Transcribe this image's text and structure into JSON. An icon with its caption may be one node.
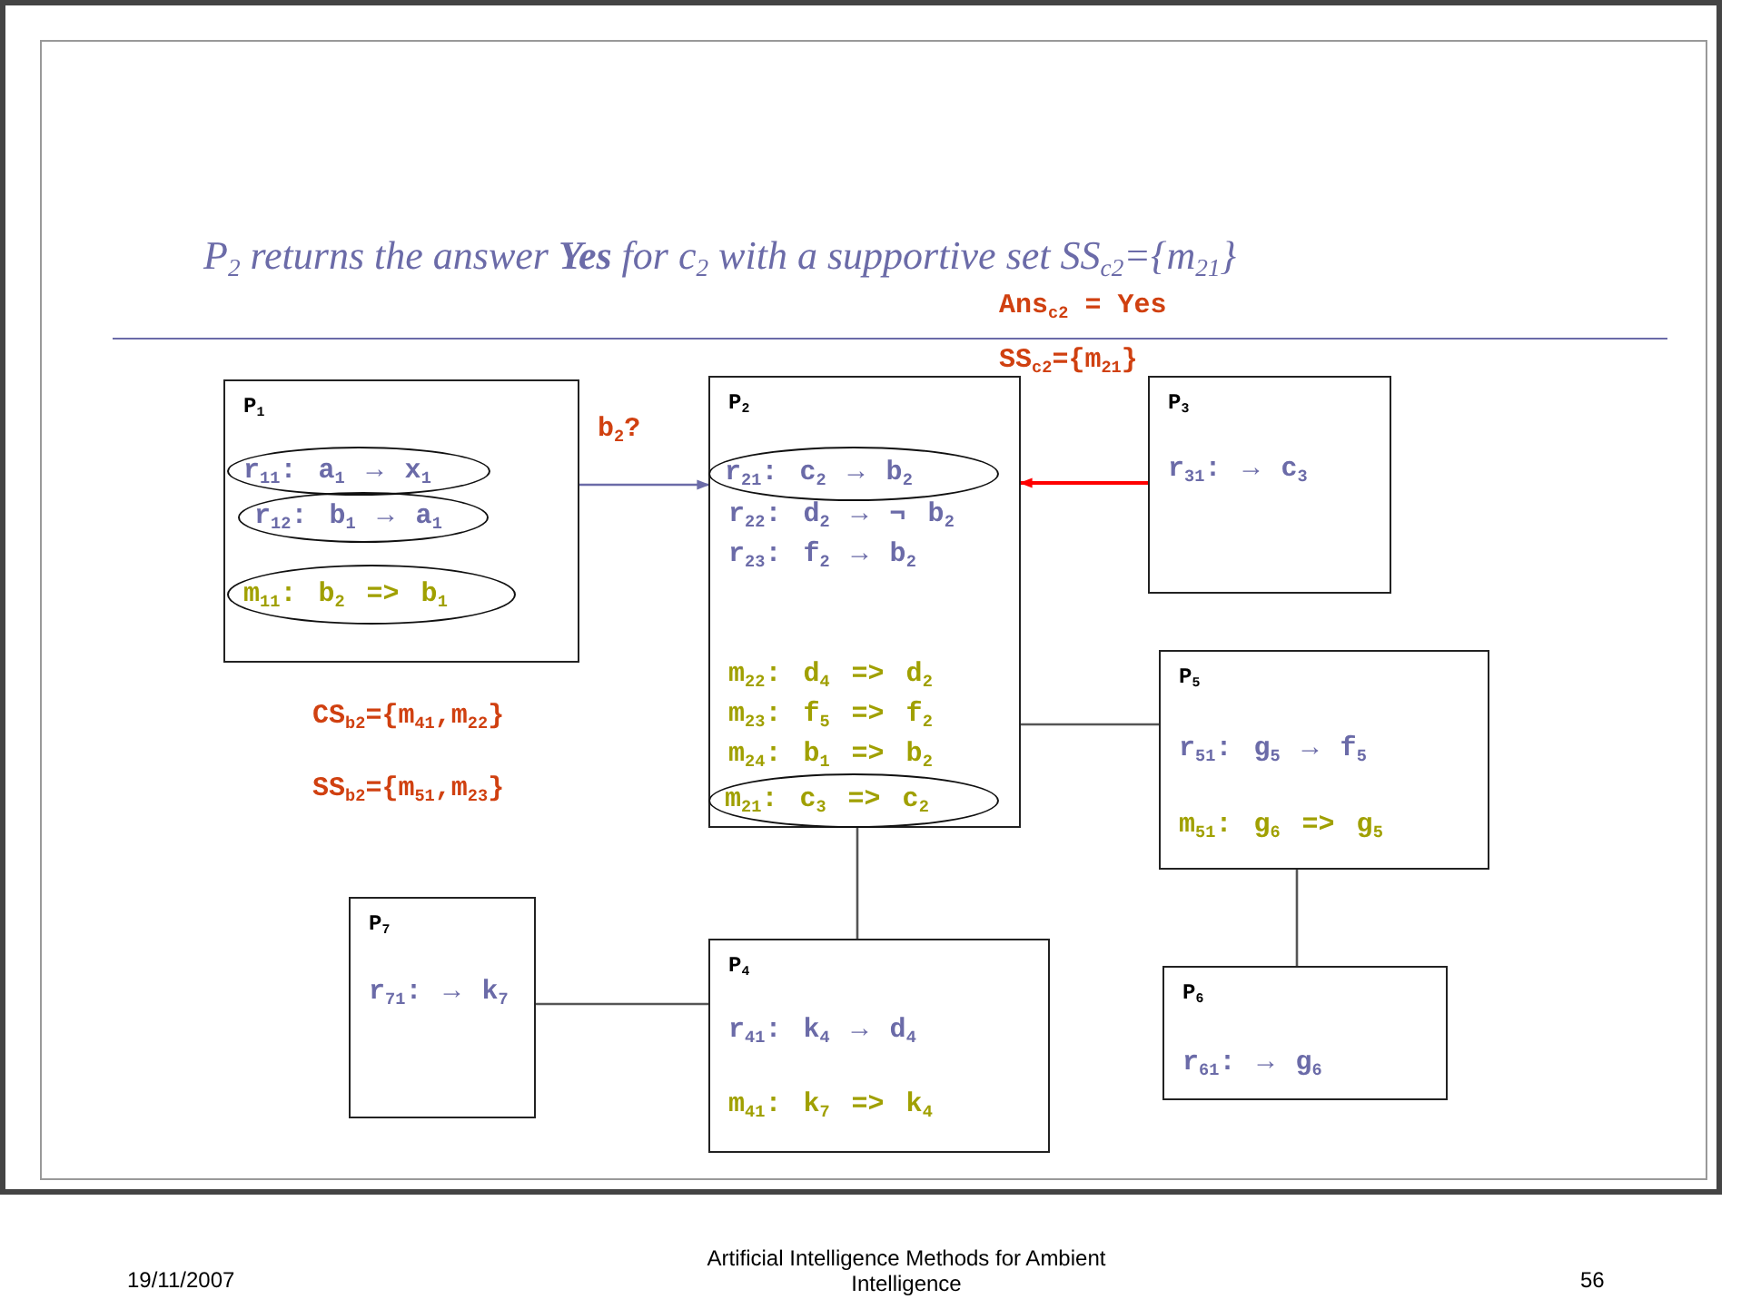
{
  "diagram": {
    "title": "P$_{2}$ returns the answer **Yes** for c$_{2}$ with a supportive set SS$_{c2}$={m$_{21}$}",
    "nodes": [
      {
        "text": [
          "P$_{1}$"
        ]
      },
      {
        "text": [
          "r$_{11}$: a$_{1}$ → x$_{1}$"
        ],
        "in": 0
      },
      {
        "text": [
          "r$_{12}$: b$_{1}$ → a$_{1}$"
        ],
        "in": 0
      },
      {
        "text": [
          "m$_{11}$: b$_{2}$ => b$_{1}$"
        ],
        "in": 0
      },
      {
        "text": [
          "P$_{2}$",
          "r$_{22}$: d$_{2}$ → ¬ b$_{2}$",
          "r$_{23}$: f$_{2}$ → b$_{2}$",
          "m$_{22}$: d$_{4}$ => d$_{2}$",
          "m$_{23}$: f$_{5}$ => f$_{2}$",
          "m$_{24}$: b$_{1}$ => b$_{2}$"
        ]
      },
      {
        "text": [
          "r$_{21}$: c$_{2}$ → b$_{2}$"
        ],
        "in": 4
      },
      {
        "text": [
          "m$_{21}$: c$_{3}$ => c$_{2}$"
        ],
        "in": 4
      },
      {
        "text": [
          "P$_{3}$",
          "r$_{31}$: → c$_{3}$"
        ]
      },
      {
        "text": [
          "P$_{5}$",
          "r$_{51}$: g$_{5}$ → f$_{5}$",
          "m$_{51}$: g$_{6}$ => g$_{5}$"
        ]
      },
      {
        "text": [
          "P$_{7}$",
          "r$_{71}$: → k$_{7}$"
        ]
      },
      {
        "text": [
          "P$_{4}$",
          "r$_{41}$: k$_{4}$ → d$_{4}$",
          "m$_{41}$: k$_{7}$ => k$_{4}$"
        ]
      },
      {
        "text": [
          "P$_{6}$",
          "r$_{61}$: → g$_{6}$"
        ]
      }
    ],
    "edges": [
      {
        "from": 0,
        "to": 4,
        "arrow": "to",
        "label": "b$_{2}$?",
        "color": "#6b6ba8"
      },
      {
        "from": 7,
        "to": 4,
        "arrow": "to",
        "color": "#ff0000"
      },
      {
        "from": 4,
        "to": 8,
        "arrow": "none"
      },
      {
        "from": 4,
        "to": 10,
        "arrow": "none"
      },
      {
        "from": 9,
        "to": 10,
        "arrow": "none"
      },
      {
        "from": 8,
        "to": 11,
        "arrow": "none"
      }
    ],
    "labels": [
      "Ans$_{c2}$ = Yes",
      "SS$_{c2}$={m$_{21}$}",
      "CS$_{b2}$={m$_{41}$,m$_{22}$}",
      "SS$_{b2}$={m$_{51}$,m$_{23}$}",
      "19/11/2007",
      "Artificial Intelligence Methods for Ambient Intelligence",
      "56"
    ]
  }
}
